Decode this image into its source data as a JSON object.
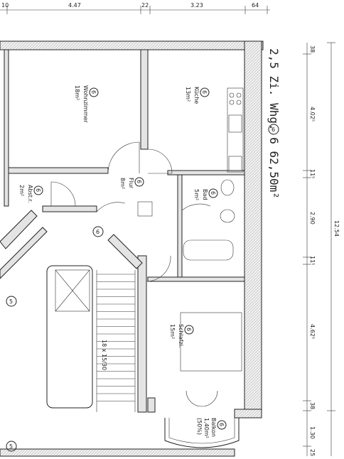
{
  "title": "2,5 Zi. Whg. 6  62,50m²",
  "unit_marker": "6",
  "top_dimensions": [
    "10",
    "4.47",
    "22",
    "3.23",
    "64"
  ],
  "right_dimensions": [
    "38",
    "4.02⁵",
    "11⁵",
    "2.90",
    "11⁵",
    "4.62⁵",
    "38",
    "1.30",
    "25"
  ],
  "total_dimension": "12.54",
  "rooms": {
    "wohnzimmer": {
      "name": "Wohnzimmer",
      "area": "18m²",
      "marker": "6"
    },
    "kueche": {
      "name": "Küche",
      "area": "13m²",
      "marker": "6"
    },
    "flur": {
      "name": "Flur",
      "area": "8m²",
      "marker": "6"
    },
    "abstellraum": {
      "name": "Abst.r.",
      "area": "2m²",
      "marker": "6"
    },
    "bad": {
      "name": "Bad",
      "area": "5m²",
      "marker": "6"
    },
    "schlafzimmer": {
      "name": "Schlafzi.",
      "area": "15m²",
      "marker": "6"
    },
    "balkon": {
      "name": "Balkon",
      "area": "1,40m²",
      "area_note": "(50%)",
      "marker": "6"
    }
  },
  "stairs_label": "18 x 15/30",
  "markers": {
    "side": "6",
    "lower": "5",
    "bottom": "5"
  }
}
